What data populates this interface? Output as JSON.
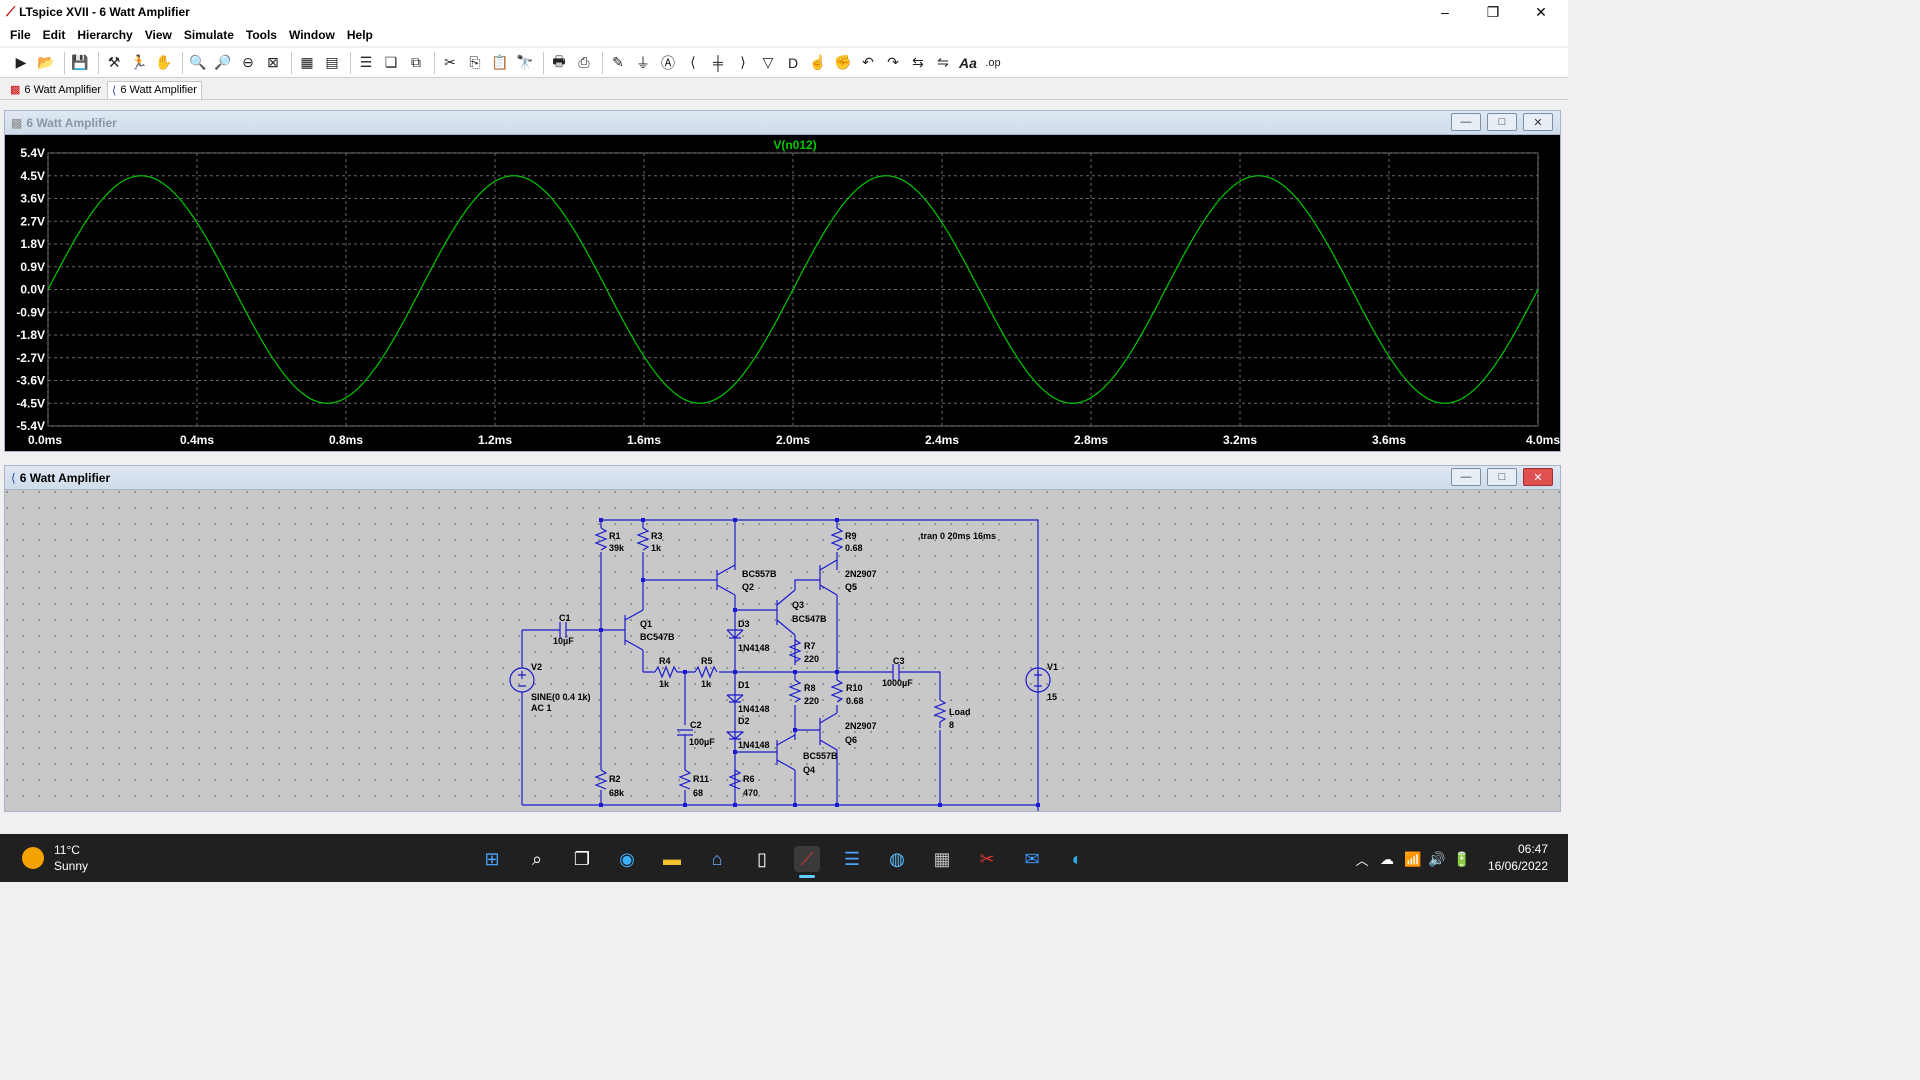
{
  "window": {
    "title": "LTspice XVII - 6 Watt Amplifier",
    "min": "–",
    "max": "❐",
    "close": "✕"
  },
  "menu": [
    "File",
    "Edit",
    "Hierarchy",
    "View",
    "Simulate",
    "Tools",
    "Window",
    "Help"
  ],
  "toolbar": {
    "op_label": ".op"
  },
  "tabs": [
    {
      "label": "6 Watt Amplifier"
    },
    {
      "label": "6 Watt Amplifier"
    }
  ],
  "plot": {
    "title": "6 Watt Amplifier",
    "trace_label": "V(n012)",
    "trace_color": "#00c800",
    "btn_min": "—",
    "btn_max": "□",
    "btn_close": "✕"
  },
  "chart_data": {
    "type": "line",
    "series": [
      {
        "name": "V(n012)",
        "amplitude": 4.5,
        "offset": 0.0,
        "period_ms": 1.0,
        "phase_deg": 0
      }
    ],
    "xlim": [
      0,
      4.0
    ],
    "ylim": [
      -5.4,
      5.4
    ],
    "x_ticks": [
      "0.0ms",
      "0.4ms",
      "0.8ms",
      "1.2ms",
      "1.6ms",
      "2.0ms",
      "2.4ms",
      "2.8ms",
      "3.2ms",
      "3.6ms",
      "4.0ms"
    ],
    "y_ticks": [
      "5.4V",
      "4.5V",
      "3.6V",
      "2.7V",
      "1.8V",
      "0.9V",
      "0.0V",
      "-0.9V",
      "-1.8V",
      "-2.7V",
      "-3.6V",
      "-4.5V",
      "-5.4V"
    ],
    "grid": true
  },
  "schematic": {
    "title": "6 Watt Amplifier",
    "btn_min": "—",
    "btn_max": "□",
    "btn_close": "✕",
    "directive": ".tran 0 20ms 16ms",
    "labels": {
      "r1n": "R1",
      "r1v": "39k",
      "r3n": "R3",
      "r3v": "1k",
      "r9n": "R9",
      "r9v": "0.68",
      "q2m": "BC557B",
      "q2n": "Q2",
      "q5m": "2N2907",
      "q5n": "Q5",
      "q3n": "Q3",
      "q3m": "BC547B",
      "c1n": "C1",
      "c1v": "10µF",
      "q1n": "Q1",
      "q1m": "BC547B",
      "d3n": "D3",
      "d3m": "1N4148",
      "r7n": "R7",
      "r7v": "220",
      "r4n": "R4",
      "r4v": "1k",
      "r5n": "R5",
      "r5v": "1k",
      "c3n": "C3",
      "c3v": "1000µF",
      "v1n": "V1",
      "v1v": "15",
      "v2n": "V2",
      "v2a": "SINE(0 0.4 1k)",
      "v2b": "AC 1",
      "d1n": "D1",
      "d1m": "1N4148",
      "d2n": "D2",
      "d2m": "1N4148",
      "r8n": "R8",
      "r8v": "220",
      "r10n": "R10",
      "r10v": "0.68",
      "loadn": "Load",
      "loadv": "8",
      "q6m": "2N2907",
      "q6n": "Q6",
      "c2n": "C2",
      "c2v": "100µF",
      "q4m": "BC557B",
      "q4n": "Q4",
      "r2n": "R2",
      "r2v": "68k",
      "r11n": "R11",
      "r11v": "68",
      "r6n": "R6",
      "r6v": "470"
    }
  },
  "taskbar": {
    "temp": "11°C",
    "weather": "Sunny",
    "time": "06:47",
    "date": "16/06/2022"
  }
}
